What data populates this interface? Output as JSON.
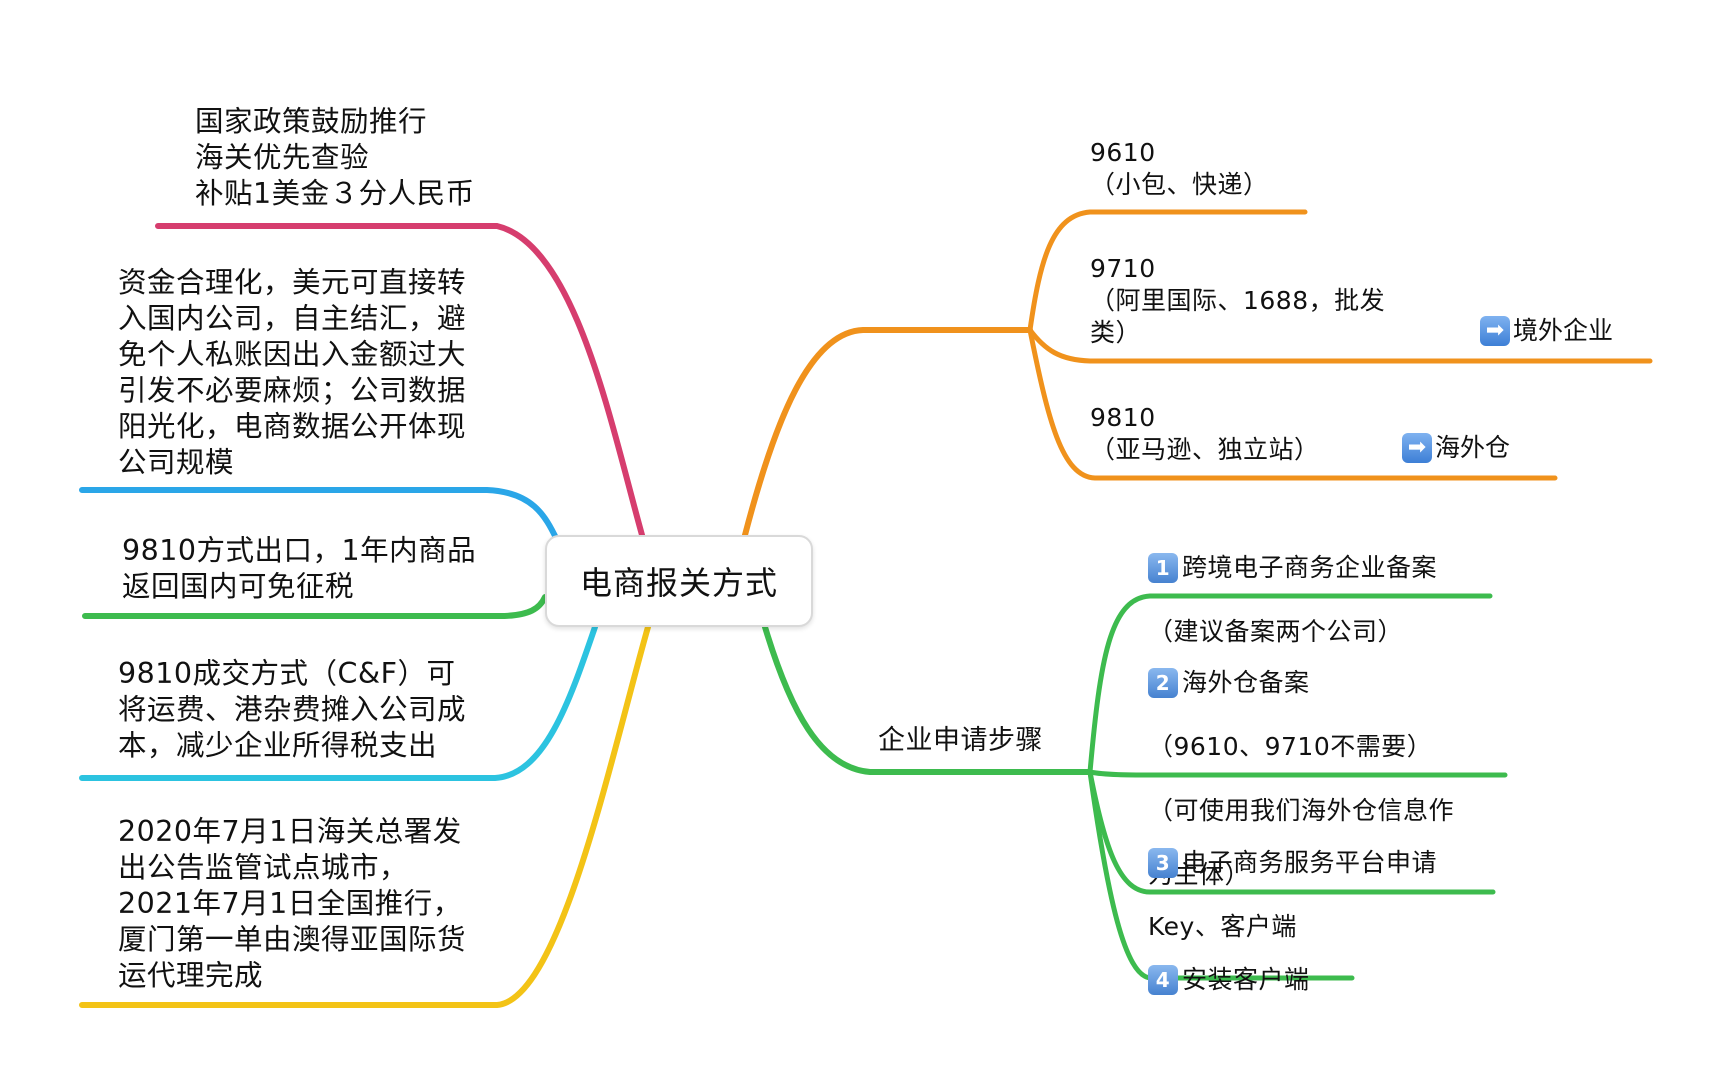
{
  "center": {
    "label": "电商报关方式"
  },
  "left_branches": [
    {
      "text": "国家政策鼓励推行\n海关优先查验\n补贴1美金３分人民币",
      "color": "#d63d6e"
    },
    {
      "text": "资金合理化，美元可直接转\n入国内公司，自主结汇，避\n免个人私账因出入金额过大\n引发不必要麻烦；公司数据\n阳光化，电商数据公开体现\n公司规模",
      "color": "#2aa6e8"
    },
    {
      "text": "9810方式出口，1年内商品\n返回国内可免征税",
      "color": "#3dbb4e"
    },
    {
      "text": "9810成交方式（C&F）可\n将运费、港杂费摊入公司成\n本，减少企业所得税支出",
      "color": "#2cc3e0"
    },
    {
      "text": "2020年7月1日海关总署发\n出公告监管试点城市，\n2021年7月1日全国推行，\n厦门第一单由澳得亚国际货\n运代理完成",
      "color": "#f3c316"
    }
  ],
  "orange_branch": {
    "color": "#f0921c",
    "items": [
      {
        "text": "9610\n（小包、快递）"
      },
      {
        "text": "9710\n（阿里国际、1688，批发\n类）",
        "tag": "境外企业",
        "tag_icon": "right-arrow-icon"
      },
      {
        "text": "9810\n（亚马逊、独立站）",
        "tag": "海外仓",
        "tag_icon": "right-arrow-icon"
      }
    ]
  },
  "green_branch": {
    "color": "#3dbb4e",
    "label": "企业申请步骤",
    "steps": [
      {
        "num": "1",
        "lines": [
          "跨境电子商务企业备案",
          "（建议备案两个公司）"
        ]
      },
      {
        "num": "2",
        "lines": [
          "海外仓备案",
          "（9610、9710不需要）",
          "（可使用我们海外仓信息作",
          "为主体）"
        ]
      },
      {
        "num": "3",
        "lines": [
          "电子商务服务平台申请",
          "Key、客户端"
        ]
      },
      {
        "num": "4",
        "lines": [
          "安装客户端"
        ]
      }
    ]
  }
}
